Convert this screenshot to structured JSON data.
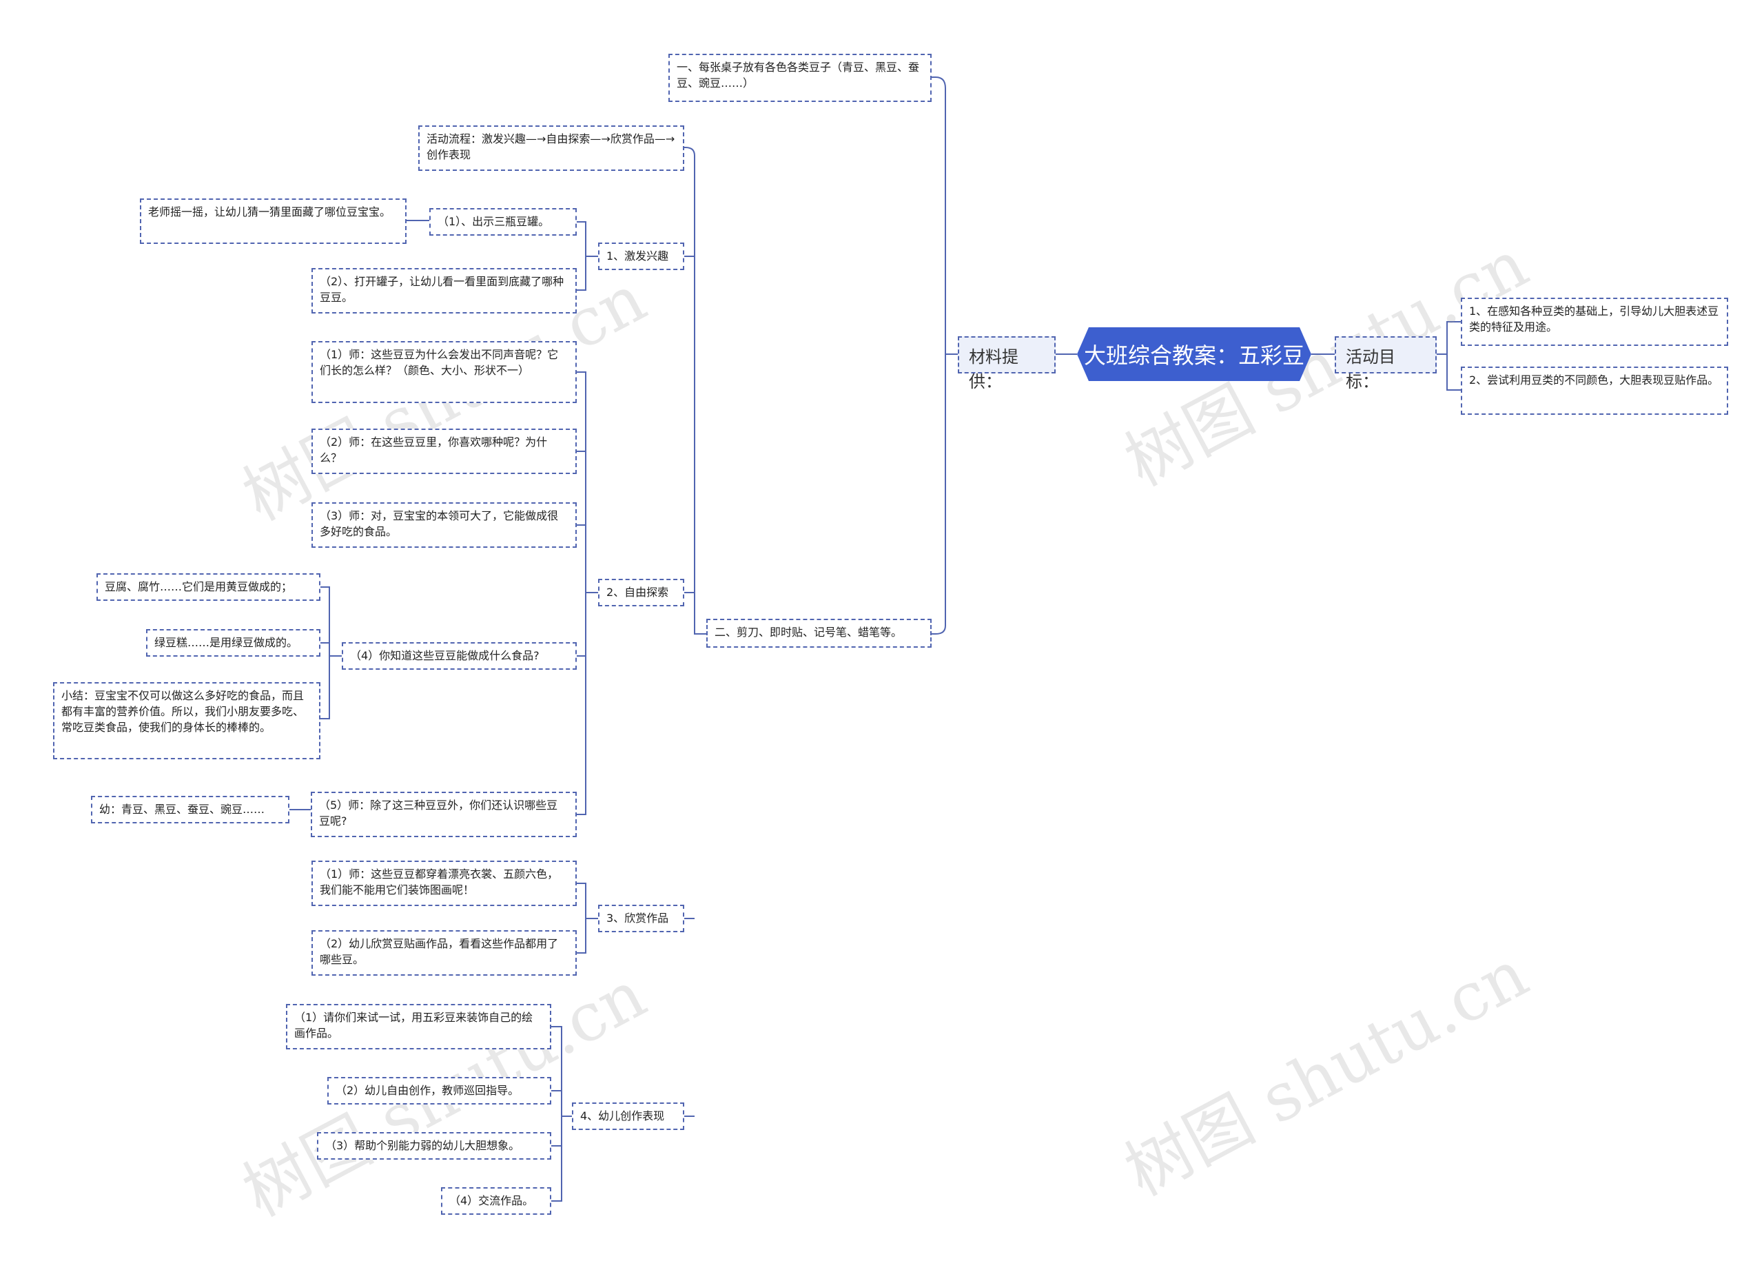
{
  "root": "大班综合教案：五彩豆",
  "left_branch": "材料提供：",
  "right_branch": "活动目标：",
  "materials": [
    "一、每张桌子放有各色各类豆子（青豆、黑豆、蚕豆、豌豆……）",
    "二、剪刀、即时贴、记号笔、蜡笔等。"
  ],
  "process_title": "活动流程：激发兴趣—→自由探索—→欣赏作品—→创作表现",
  "steps": [
    "1、激发兴趣",
    "2、自由探索",
    "3、欣赏作品",
    "4、幼儿创作表现"
  ],
  "step1_items": [
    "（1）、出示三瓶豆罐。",
    "（2）、打开罐子，让幼儿看一看里面到底藏了哪种豆豆。"
  ],
  "step1_detail": "老师摇一摇，让幼儿猜一猜里面藏了哪位豆宝宝。",
  "step2_items": [
    "（1）师：这些豆豆为什么会发出不同声音呢？它们长的怎么样？（颜色、大小、形状不一）",
    "（2）师：在这些豆豆里，你喜欢哪种呢？为什么？",
    "（3）师：对，豆宝宝的本领可大了，它能做成很多好吃的食品。",
    "（4）你知道这些豆豆能做成什么食品?",
    "（5）师：除了这三种豆豆外，你们还认识哪些豆豆呢?"
  ],
  "step2_q4_details": [
    "豆腐、腐竹……它们是用黄豆做成的；",
    "绿豆糕……是用绿豆做成的。",
    "小结：豆宝宝不仅可以做这么多好吃的食品，而且都有丰富的营养价值。所以，我们小朋友要多吃、常吃豆类食品，使我们的身体长的棒棒的。"
  ],
  "step2_q5_detail": "幼：青豆、黑豆、蚕豆、豌豆……",
  "step3_items": [
    "（1）师：这些豆豆都穿着漂亮衣裳、五颜六色，我们能不能用它们装饰图画呢！",
    "（2）幼儿欣赏豆贴画作品，看看这些作品都用了哪些豆。"
  ],
  "step4_items": [
    "（1）请你们来试一试，用五彩豆来装饰自己的绘画作品。",
    "（2）幼儿自由创作，教师巡回指导。",
    "（3）帮助个别能力弱的幼儿大胆想象。",
    "（4）交流作品。"
  ],
  "goals": [
    "1、在感知各种豆类的基础上，引导幼儿大胆表述豆类的特征及用途。",
    "2、尝试利用豆类的不同颜色，大胆表现豆贴作品。"
  ],
  "watermark": "树图 shutu.cn",
  "colors": {
    "root_fill": "#3d5fcf",
    "border": "#5064b0",
    "branch_fill": "#ecf0fa"
  }
}
